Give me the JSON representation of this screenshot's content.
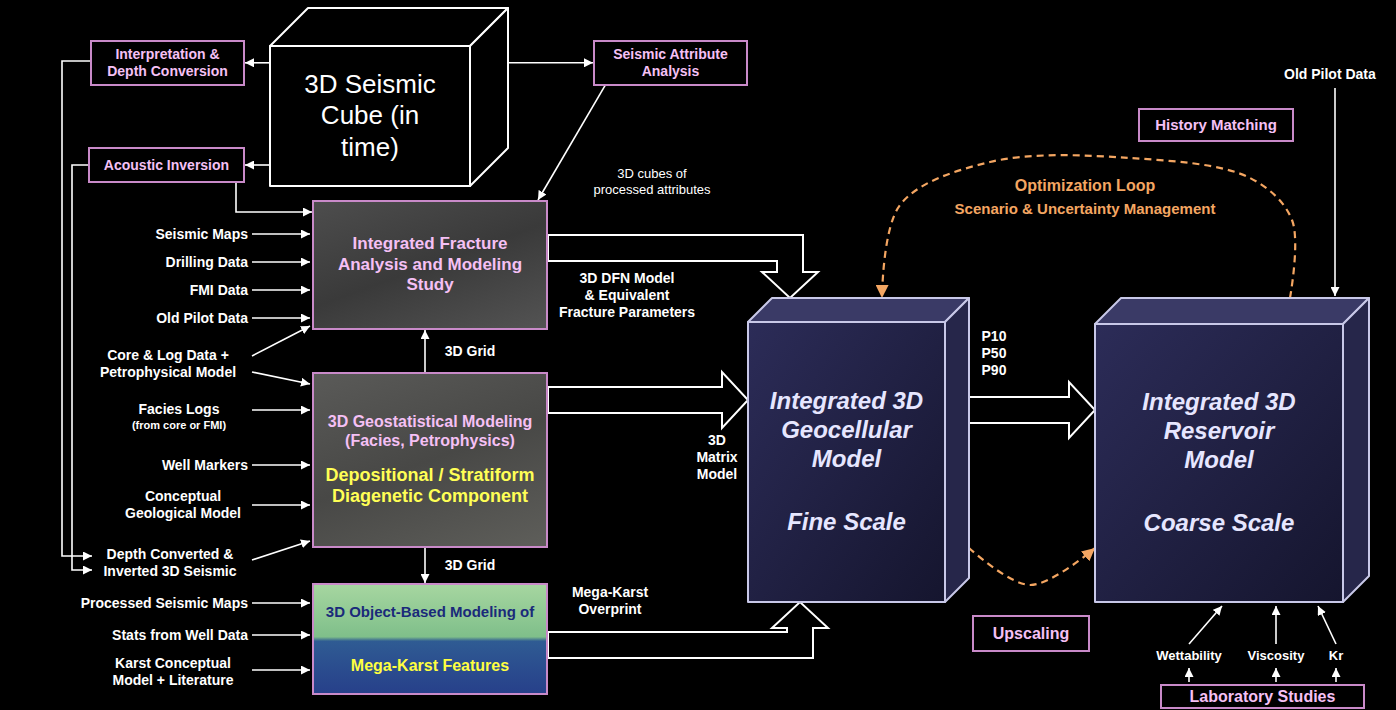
{
  "diagram": {
    "nodes": [
      {
        "text": [
          "Interpretation & Depth Conversion"
        ]
      },
      {
        "text": [
          "3D Seismic Cube (in time)"
        ]
      },
      {
        "text": [
          "Seismic Attribute Analysis"
        ]
      },
      {
        "text": [
          "Acoustic Inversion"
        ]
      },
      {
        "text": [
          "Integrated Fracture Analysis and Modeling Study"
        ]
      },
      {
        "text": [
          "3D Geostatistical Modeling (Facies, Petrophysics)",
          "Depositional / Stratiform Diagenetic Component"
        ]
      },
      {
        "text": [
          "3D Object-Based Modeling of",
          "Mega-Karst Features"
        ]
      },
      {
        "text": [
          "Integrated 3D Geocellular Model",
          "Fine Scale"
        ]
      },
      {
        "text": [
          "Integrated 3D Reservoir Model",
          "Coarse Scale"
        ]
      },
      {
        "text": [
          "History Matching"
        ]
      },
      {
        "text": [
          "Upscaling"
        ]
      },
      {
        "text": [
          "Laboratory Studies"
        ]
      }
    ],
    "edges": [
      {
        "from": 1,
        "to": 0,
        "arrow": "to"
      },
      {
        "from": 1,
        "to": 2,
        "arrow": "to"
      },
      {
        "from": 1,
        "to": 3,
        "arrow": "to"
      },
      {
        "from": 2,
        "to": 4,
        "arrow": "to",
        "label": "3D cubes of processed attributes"
      },
      {
        "from": 3,
        "to": 4,
        "arrow": "to"
      },
      {
        "from": 5,
        "to": 4,
        "arrow": "to",
        "label": "3D Grid"
      },
      {
        "from": 5,
        "to": 6,
        "arrow": "to",
        "label": "3D Grid"
      },
      {
        "from": 4,
        "to": 7,
        "arrow": "to",
        "label": "3D DFN Model & Equivalent Fracture Parameters"
      },
      {
        "from": 5,
        "to": 7,
        "arrow": "to",
        "label": "3D Matrix Model"
      },
      {
        "from": 6,
        "to": 7,
        "arrow": "to",
        "label": "Mega-Karst Overprint"
      },
      {
        "from": 7,
        "to": 8,
        "arrow": "to",
        "label": "P10 P50 P90"
      },
      {
        "from": 8,
        "to": 7,
        "arrow": "to",
        "label": "Optimization Loop"
      },
      {
        "from": 7,
        "to": 8,
        "arrow": "to"
      }
    ],
    "labels": [
      "Seismic Maps",
      "Drilling Data",
      "FMI Data",
      "Old Pilot Data",
      "Core & Log Data + Petrophysical Model",
      "Facies Logs",
      "(from core or FMI)",
      "Well Markers",
      "Conceptual Geological Model",
      "Depth Converted & Inverted 3D Seismic",
      "Processed Seismic Maps",
      "Stats from Well Data",
      "Karst Conceptual Model + Literature",
      "Old Pilot Data",
      "Scenario & Uncertainty Management",
      "Wettability",
      "Viscosity",
      "Kr"
    ]
  }
}
